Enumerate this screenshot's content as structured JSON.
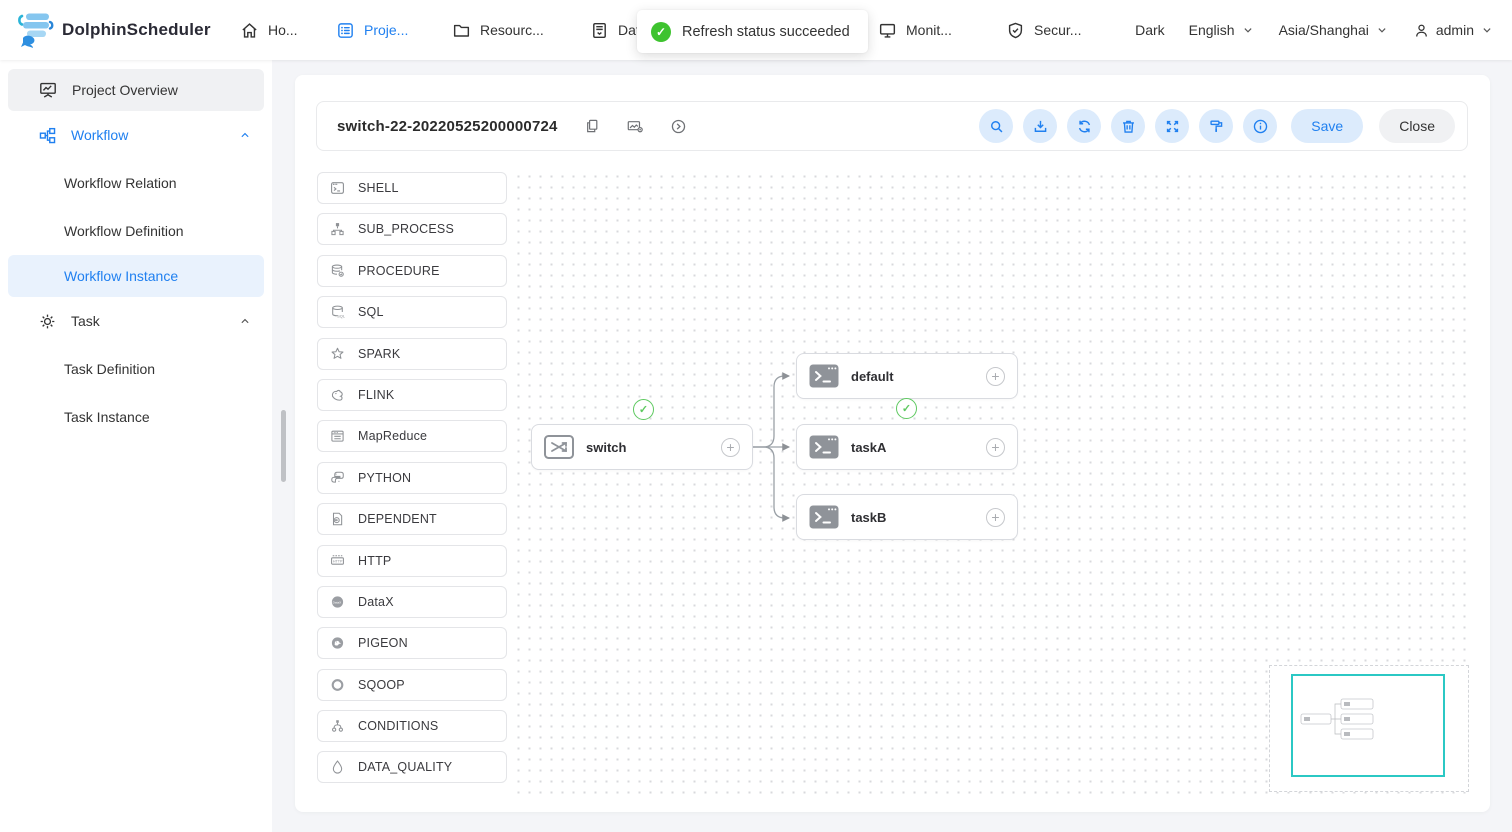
{
  "navbar": {
    "brand": "DolphinScheduler",
    "items": [
      {
        "label": "Ho...",
        "icon": "home-icon"
      },
      {
        "label": "Proje...",
        "icon": "projects-icon"
      },
      {
        "label": "Resourc...",
        "icon": "resources-icon"
      },
      {
        "label": "Dat...",
        "icon": "datasource-icon"
      },
      {
        "label": "Monit...",
        "icon": "monitor-icon"
      },
      {
        "label": "Secur...",
        "icon": "security-icon"
      }
    ],
    "theme_toggle": "Dark",
    "language": "English",
    "timezone": "Asia/Shanghai",
    "user": "admin"
  },
  "toast": {
    "message": "Refresh status succeeded",
    "status_color": "#3ec32f"
  },
  "sidebar": {
    "items": [
      {
        "label": "Project Overview"
      },
      {
        "label": "Workflow"
      },
      {
        "label": "Workflow Relation"
      },
      {
        "label": "Workflow Definition"
      },
      {
        "label": "Workflow Instance"
      },
      {
        "label": "Task"
      },
      {
        "label": "Task Definition"
      },
      {
        "label": "Task Instance"
      }
    ]
  },
  "header": {
    "title": "switch-22-20220525200000724",
    "save_label": "Save",
    "close_label": "Close"
  },
  "toolbox": {
    "items": [
      "SHELL",
      "SUB_PROCESS",
      "PROCEDURE",
      "SQL",
      "SPARK",
      "FLINK",
      "MapReduce",
      "PYTHON",
      "DEPENDENT",
      "HTTP",
      "DataX",
      "PIGEON",
      "SQOOP",
      "CONDITIONS",
      "DATA_QUALITY"
    ]
  },
  "dag": {
    "nodes": [
      {
        "label": "switch",
        "type": "switch"
      },
      {
        "label": "default",
        "type": "shell"
      },
      {
        "label": "taskA",
        "type": "shell"
      },
      {
        "label": "taskB",
        "type": "shell"
      }
    ],
    "plus_glyph": "+"
  },
  "colors": {
    "accent_blue": "#2080f0",
    "light_blue_bg": "#dcebfc",
    "success_green": "#5ec960",
    "minimap_teal": "#2bc8c4"
  }
}
